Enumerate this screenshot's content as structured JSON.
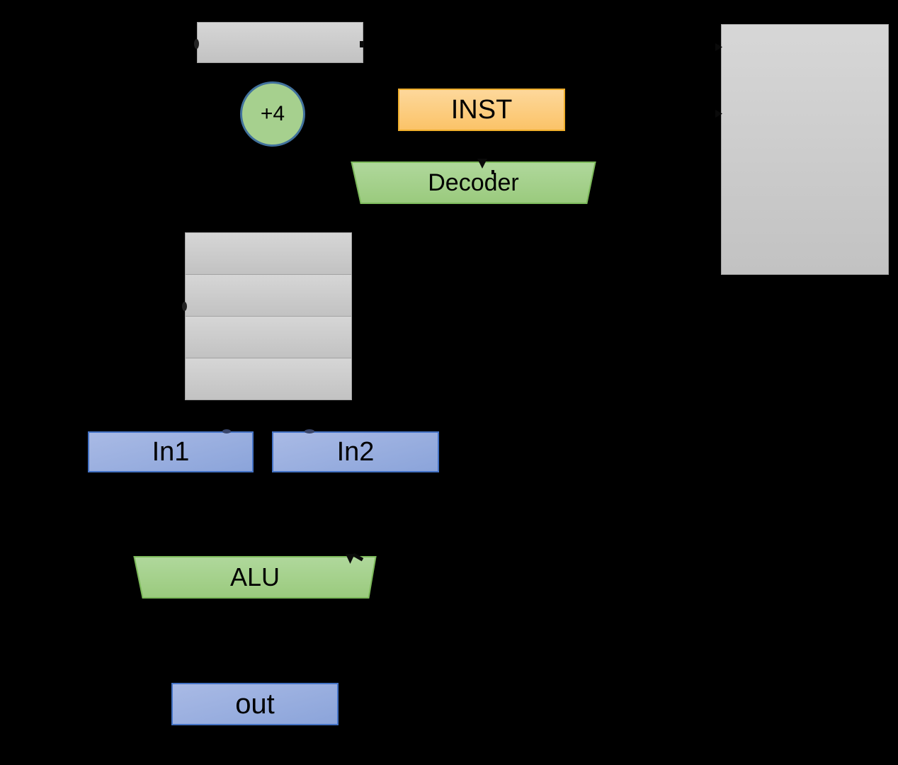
{
  "diagram": {
    "description": "CPU datapath block diagram on black background",
    "nodes": {
      "plus4": {
        "label": "+4"
      },
      "inst": {
        "label": "INST"
      },
      "decoder": {
        "label": "Decoder"
      },
      "in1": {
        "label": "In1"
      },
      "in2": {
        "label": "In2"
      },
      "alu": {
        "label": "ALU"
      },
      "out": {
        "label": "out"
      }
    },
    "register_file": {
      "row_count": 4
    }
  },
  "colors": {
    "background": "#000000",
    "label-color": "#000000",
    "gray-fill-top": "#d6d6d6",
    "gray-fill-bottom": "#c2c2c2",
    "gray-border": "#a3a3a3",
    "green-fill-top": "#b0d89c",
    "green-fill-bottom": "#9aca7d",
    "green-border": "#7cb95a",
    "circle-fill": "#a6d08e",
    "circle-border": "#41719c",
    "orange-fill-top": "#fdd89b",
    "orange-fill-bottom": "#fbc368",
    "orange-border": "#eead2b",
    "blue-fill-top": "#a9bae5",
    "blue-fill-bottom": "#8ba4da",
    "blue-border": "#4472c4",
    "remnant-color": "#0a0a0a"
  }
}
